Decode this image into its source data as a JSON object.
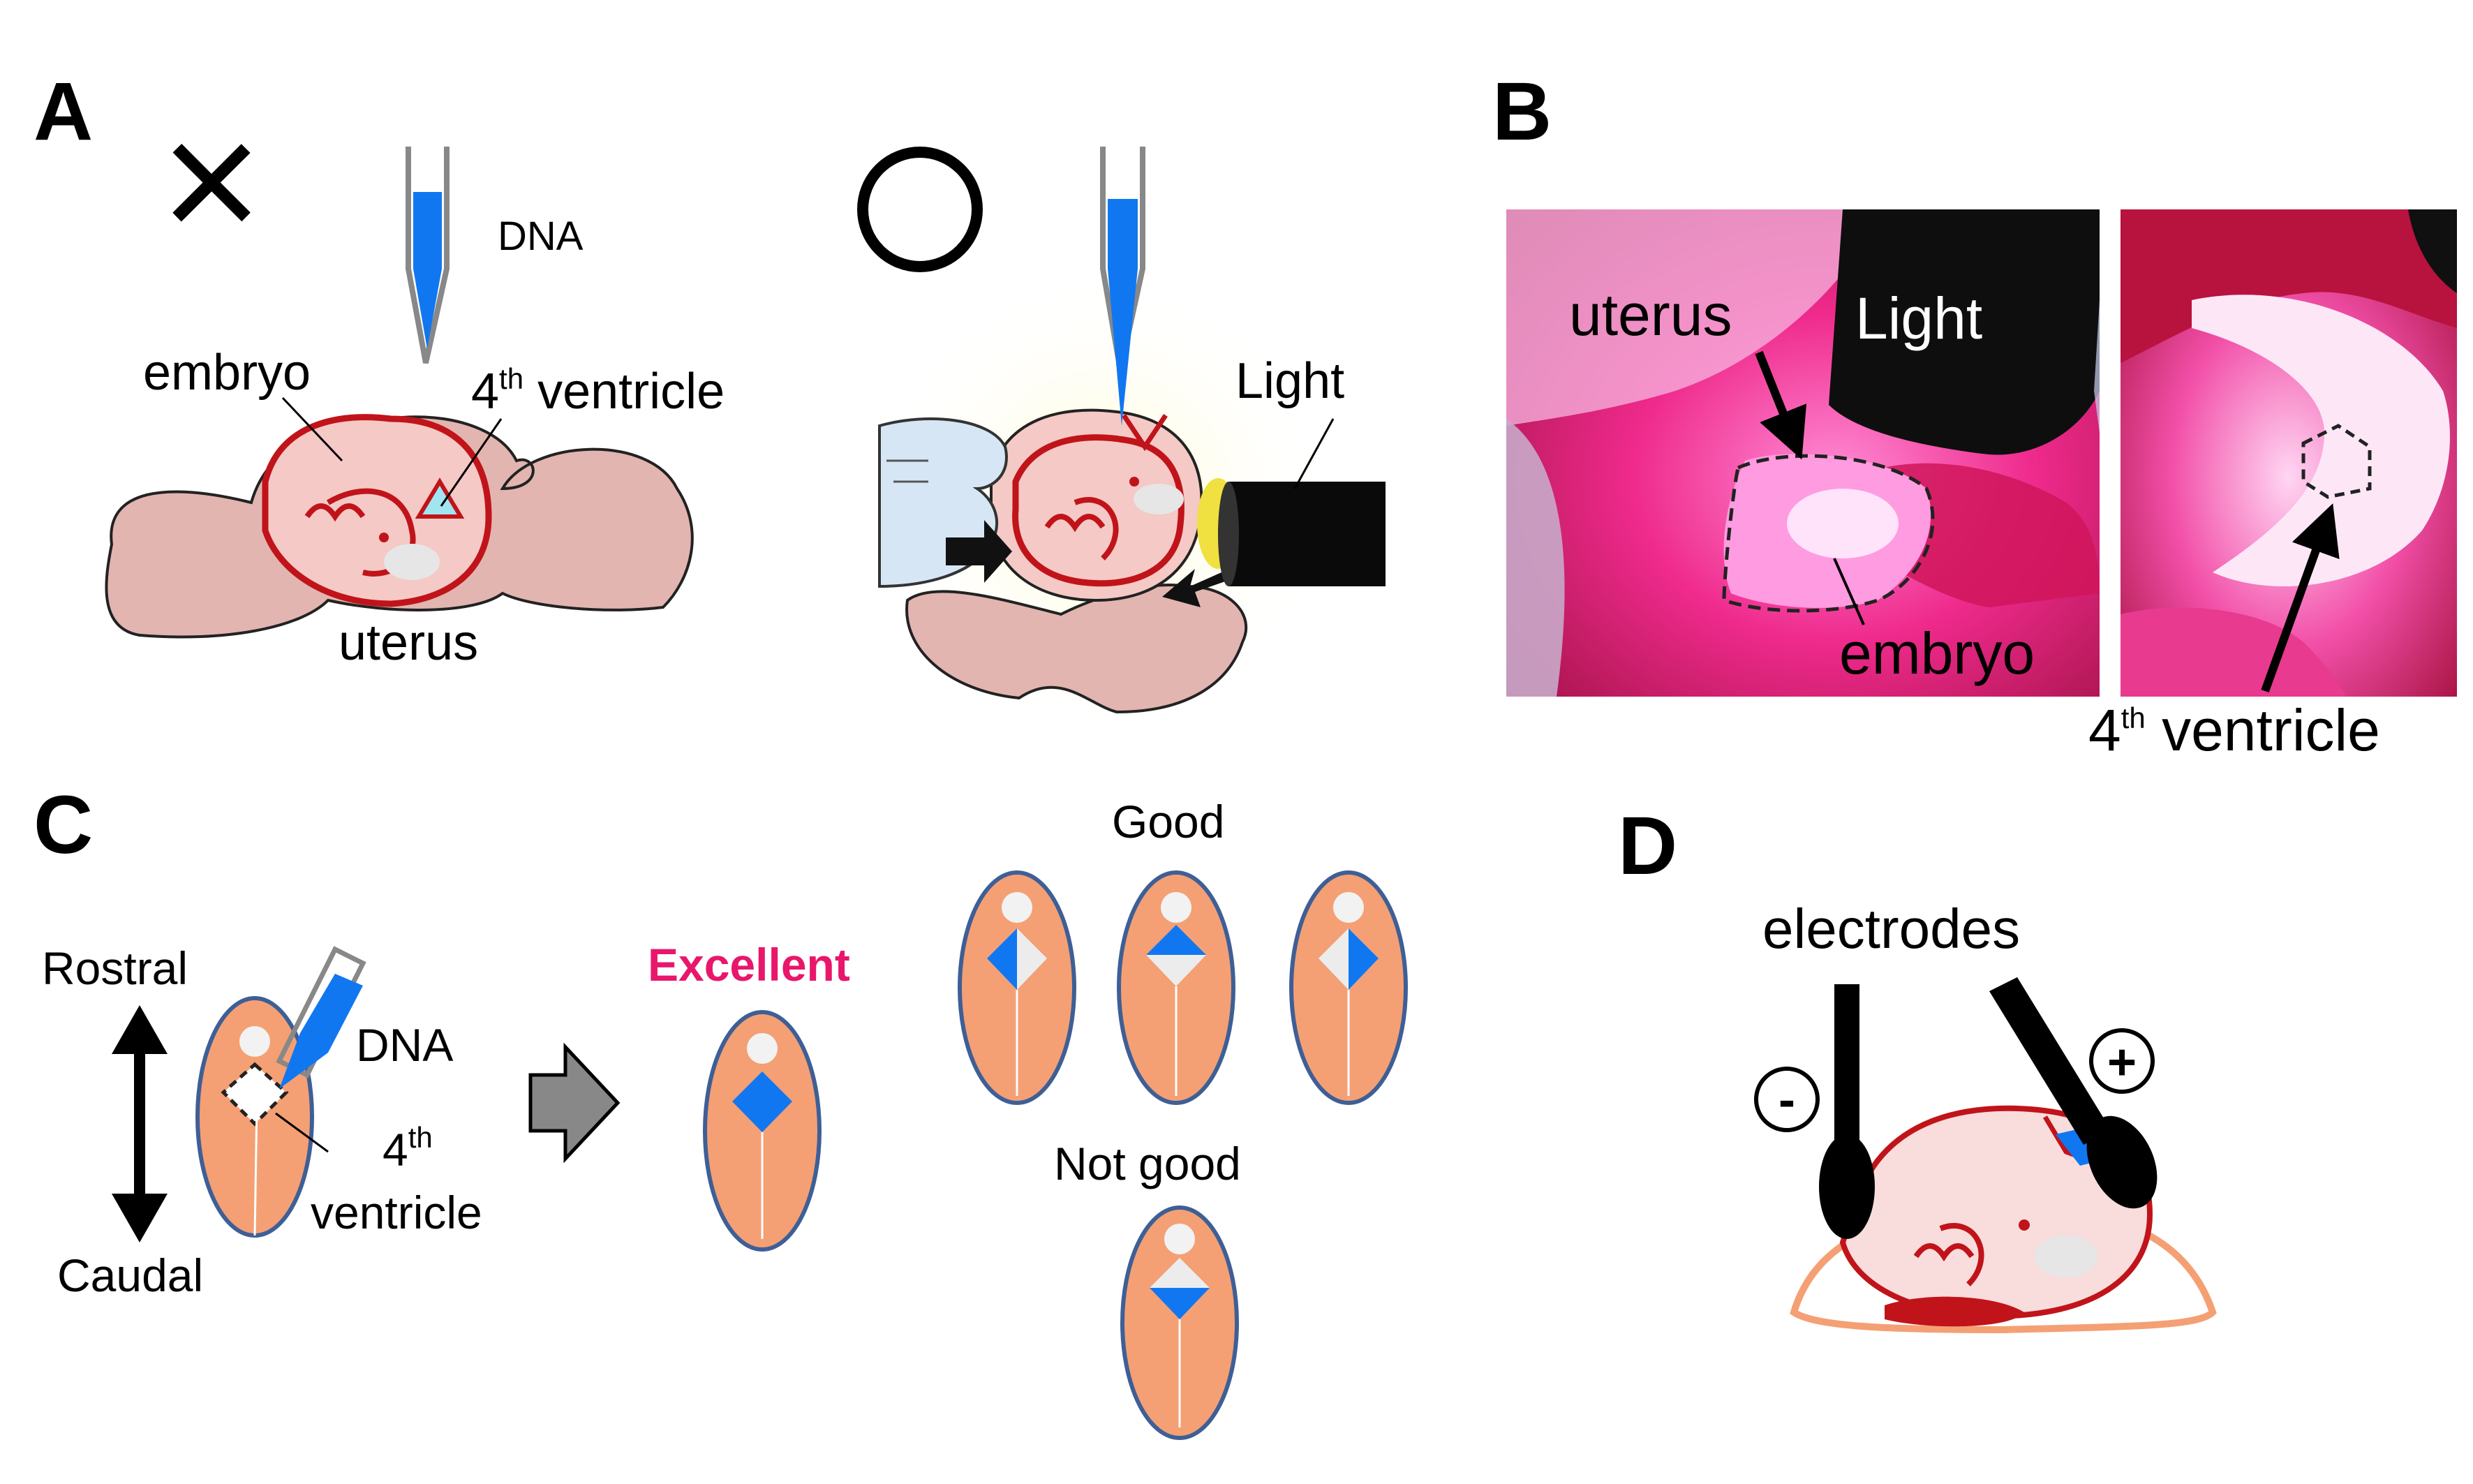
{
  "panels": {
    "a": "A",
    "b": "B",
    "c": "C",
    "d": "D"
  },
  "panel_a": {
    "wrong_mark": "×",
    "right_mark": "○",
    "dna": "DNA",
    "embryo": "embryo",
    "ventricle_num": "4",
    "ventricle_sup": "th",
    "ventricle_word": " ventricle",
    "uterus": "uterus",
    "light": "Light"
  },
  "panel_b": {
    "uterus": "uterus",
    "light": "Light",
    "embryo": "embryo",
    "ventricle_num": "4",
    "ventricle_sup": "th",
    "ventricle_word": " ventricle"
  },
  "panel_c": {
    "rostral": "Rostral",
    "caudal": "Caudal",
    "dna": "DNA",
    "ventricle_num": "4",
    "ventricle_sup": "th",
    "ventricle_word": "ventricle",
    "excellent": "Excellent",
    "good": "Good",
    "not_good": "Not good"
  },
  "panel_d": {
    "electrodes": "electrodes",
    "minus": "-",
    "plus": "+"
  },
  "colors": {
    "dna_blue": "#1177f0",
    "embryo_outline": "#c0141a",
    "embryo_fill": "#f5c9c6",
    "uterus_fill": "#e2b5b0",
    "head_orange": "#f4a074",
    "head_outline": "#3e5f96",
    "excellent_pink": "#e8176b",
    "photo_magenta": "#e0107a"
  }
}
